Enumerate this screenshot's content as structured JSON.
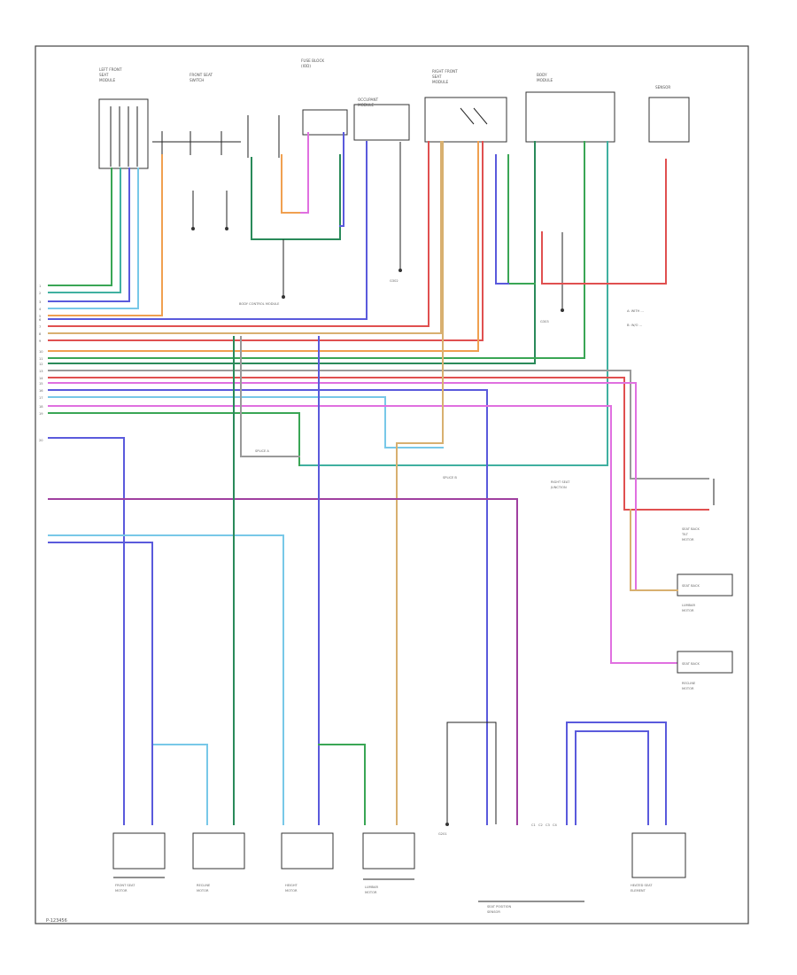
{
  "footer": {
    "code": "P-123456"
  },
  "colors": {
    "green": "#3aa655",
    "blue": "#5a5adc",
    "orange": "#f0a050",
    "pink": "#e070e0",
    "red": "#e05050",
    "teal": "#40b0a0",
    "lightblue": "#78c8e8",
    "tan": "#d8b070",
    "purple": "#a040a0",
    "gray": "#999999",
    "brown": "#8a6a50",
    "dkgreen": "#2a8a5a"
  },
  "labels": {
    "top_left_module": [
      "LEFT FRONT",
      "SEAT",
      "MODULE"
    ],
    "top_heated_switch": [
      "FRONT SEAT",
      "SWITCH"
    ],
    "top_fuse_block": [
      "FUSE BLOCK",
      "(IOD)"
    ],
    "top_occupant_module": [
      "OCCUPANT",
      "MODULE"
    ],
    "top_right_module": [
      "RIGHT FRONT",
      "SEAT",
      "MODULE"
    ],
    "top_body_module": [
      "BODY",
      "MODULE"
    ],
    "top_sensor": [
      "SENSOR"
    ],
    "bus_control": "BODY CONTROL MODULE",
    "ground_left": [
      "G201"
    ],
    "ground_mid": [
      "G302"
    ],
    "ground_right": [
      "G303"
    ],
    "legend_a": "A: WITH ...",
    "legend_b": "B: W/O ...",
    "right_junction": [
      "RIGHT SEAT",
      "JUNCTION"
    ],
    "right_box1": "SEAT BACK",
    "right_box1_sub": [
      "LUMBAR",
      "MOTOR"
    ],
    "right_box2": "SEAT BACK",
    "right_box2_sub": [
      "RECLINE",
      "MOTOR"
    ],
    "right_box3": "SEAT BACK",
    "right_box3_sub": [
      "TILT",
      "MOTOR"
    ],
    "mid_splice_left": [
      "SPLICE A"
    ],
    "mid_splice_right": [
      "SPLICE B"
    ],
    "bottom_1": [
      "FRONT SEAT",
      "MOTOR"
    ],
    "bottom_2": [
      "RECLINE",
      "MOTOR"
    ],
    "bottom_3": [
      "HEIGHT",
      "MOTOR"
    ],
    "bottom_4": [
      "LUMBAR",
      "MOTOR"
    ],
    "bottom_5": [
      "SEAT POSITION",
      "SENSOR"
    ],
    "bottom_6": [
      "HEATED SEAT",
      "ELEMENT"
    ],
    "left_row_numbers": [
      "1",
      "2",
      "3",
      "4",
      "5",
      "6",
      "7",
      "8",
      "9",
      "10",
      "11",
      "12",
      "13",
      "14",
      "15",
      "16",
      "17",
      "18",
      "19",
      "20"
    ],
    "connector_marks": [
      "C1",
      "C2",
      "C3",
      "C4"
    ]
  }
}
